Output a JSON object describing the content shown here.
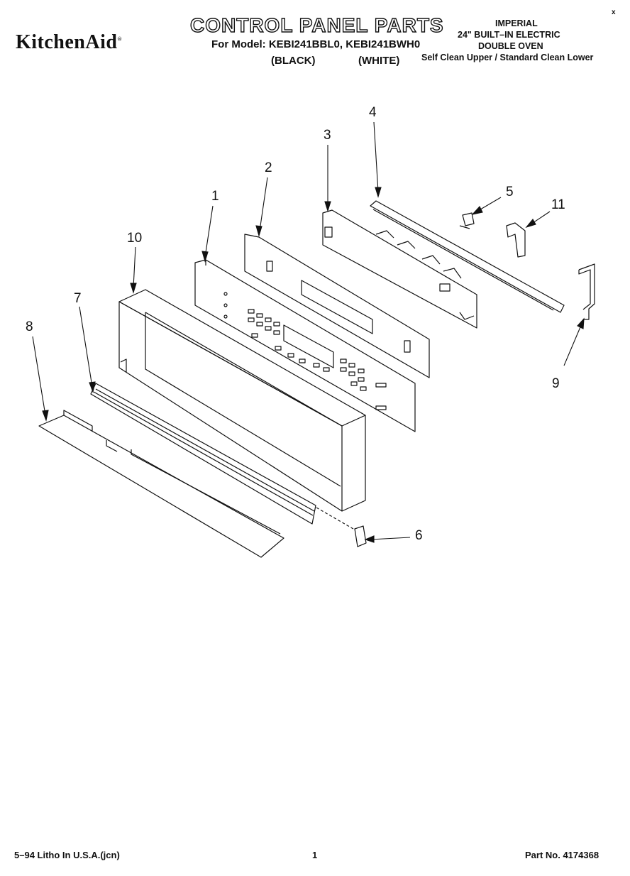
{
  "header": {
    "brand": "KitchenAid",
    "brand_mark": "®",
    "title": "CONTROL PANEL PARTS",
    "model_line": "For Model: KEBI241BBL0, KEBI241BWH0",
    "variant_black": "(BLACK)",
    "variant_white": "(WHITE)",
    "spec_lines": [
      "IMPERIAL",
      "24\" BUILT–IN ELECTRIC",
      "DOUBLE OVEN",
      "Self Clean Upper / Standard Clean Lower"
    ],
    "corner_mark": "x"
  },
  "callouts": [
    "1",
    "2",
    "3",
    "4",
    "5",
    "6",
    "7",
    "8",
    "9",
    "10",
    "11"
  ],
  "footer": {
    "left": "5–94 Litho In U.S.A.(jcn)",
    "page": "1",
    "part_no": "Part No. 4174368"
  }
}
